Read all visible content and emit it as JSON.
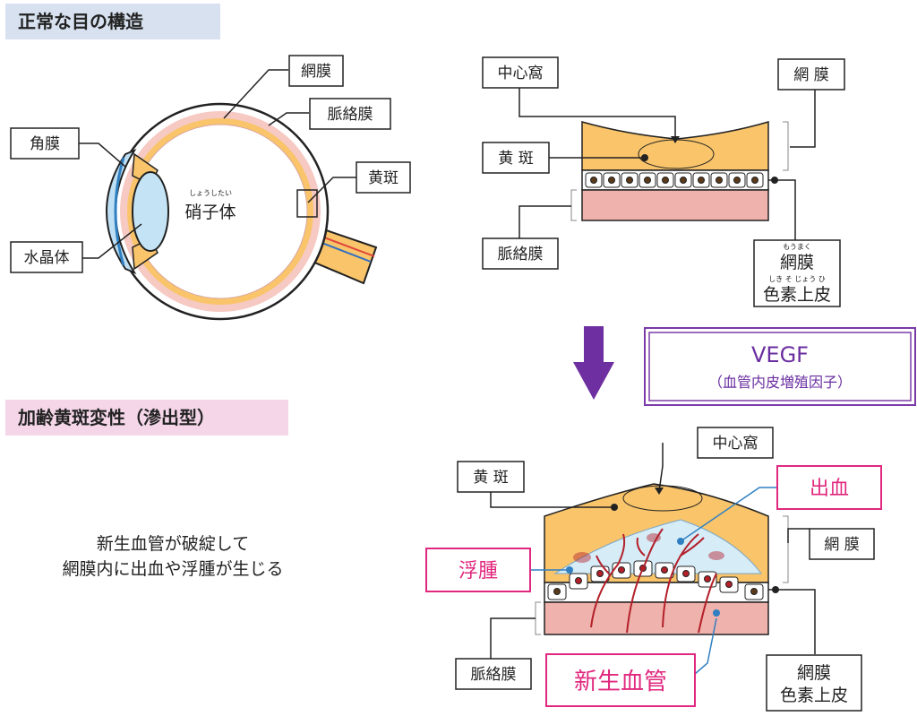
{
  "sections": {
    "normal_title": "正常な目の構造",
    "amd_title": "加齢黄斑変性（滲出型）"
  },
  "eye": {
    "retina": "網膜",
    "choroid": "脈絡膜",
    "cornea": "角膜",
    "macula": "黄斑",
    "lens": "水晶体",
    "vitreous_ruby": "しょうしたい",
    "vitreous": "硝子体"
  },
  "normal_cross": {
    "fovea": "中心窩",
    "retina": "網 膜",
    "macula": "黄 斑",
    "choroid": "脈絡膜",
    "rpe_ruby_1": "もうまく",
    "rpe_line_1": "網膜",
    "rpe_ruby_2": "しき そ じょう ひ",
    "rpe_line_2": "色素上皮"
  },
  "vegf": {
    "line1": "VEGF",
    "line2": "（血管内皮増殖因子）"
  },
  "amd_cross": {
    "fovea": "中心窩",
    "macula": "黄 斑",
    "hemorrhage": "出血",
    "edema": "浮腫",
    "retina": "網 膜",
    "choroid": "脈絡膜",
    "neovessel": "新生血管",
    "rpe_line_1": "網膜",
    "rpe_line_2": "色素上皮"
  },
  "description": {
    "line1": "新生血管が破綻して",
    "line2": "網膜内に出血や浮腫が生じる"
  },
  "colors": {
    "retina_fill": "#f9c46a",
    "choroid_fill": "#efb2ac",
    "edema_fill": "#d6ecf7",
    "vessel": "#b3202a",
    "vegf_border": "#7a3aa8",
    "arrow": "#6e2fa0",
    "pink_accent": "#e0287e",
    "leader_blue": "#2f7fc1"
  }
}
